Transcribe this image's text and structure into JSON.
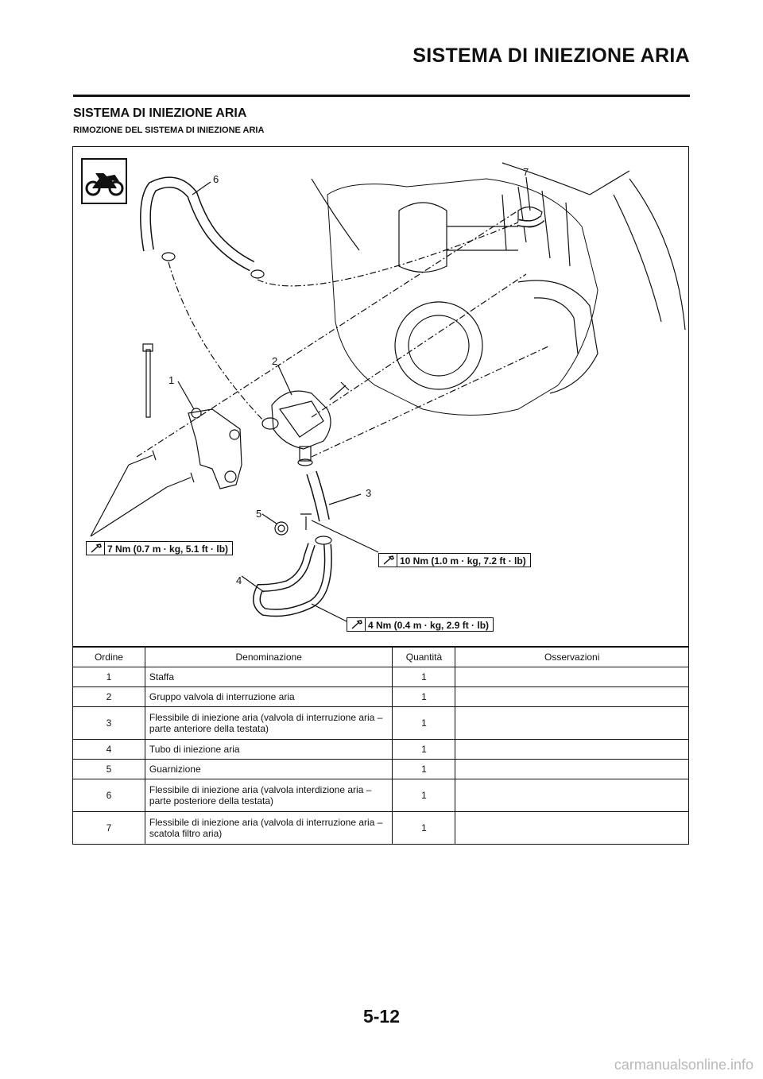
{
  "header": {
    "title": "SISTEMA DI INIEZIONE ARIA"
  },
  "section": {
    "title": "SISTEMA DI INIEZIONE ARIA",
    "subtitle": "RIMOZIONE DEL SISTEMA DI INIEZIONE ARIA"
  },
  "figure": {
    "callouts": [
      "1",
      "2",
      "3",
      "4",
      "5",
      "6",
      "7"
    ],
    "torque_left": "7 Nm (0.7 m · kg, 5.1 ft · lb)",
    "torque_right": "10 Nm (1.0 m · kg, 7.2 ft · lb)",
    "torque_bottom": "4 Nm (0.4 m · kg, 2.9 ft · lb)",
    "icons": [
      "motorcycle-icon",
      "wrench-icon"
    ]
  },
  "table": {
    "headers": [
      "Ordine",
      "Denominazione",
      "Quantità",
      "Osservazioni"
    ],
    "rows": [
      {
        "order": "1",
        "name": "Staffa",
        "qty": "1",
        "notes": ""
      },
      {
        "order": "2",
        "name": "Gruppo valvola di interruzione aria",
        "qty": "1",
        "notes": ""
      },
      {
        "order": "3",
        "name": "Flessibile di iniezione aria (valvola di interruzione aria – parte anteriore della testata)",
        "qty": "1",
        "notes": ""
      },
      {
        "order": "4",
        "name": "Tubo di iniezione aria",
        "qty": "1",
        "notes": ""
      },
      {
        "order": "5",
        "name": "Guarnizione",
        "qty": "1",
        "notes": ""
      },
      {
        "order": "6",
        "name": "Flessibile di iniezione aria (valvola interdizione aria – parte posteriore della testata)",
        "qty": "1",
        "notes": ""
      },
      {
        "order": "7",
        "name": "Flessibile di iniezione aria (valvola di interruzione aria – scatola filtro aria)",
        "qty": "1",
        "notes": ""
      }
    ]
  },
  "footer": {
    "page_number": "5-12",
    "watermark": "carmanualsonline.info"
  }
}
